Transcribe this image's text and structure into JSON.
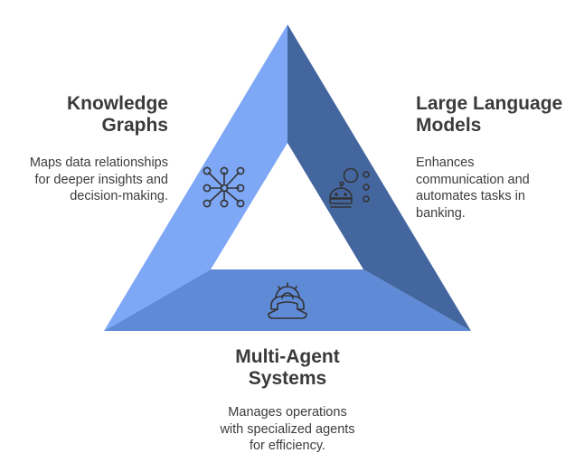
{
  "diagram": {
    "type": "triangle",
    "colors": {
      "left_face": "#7ea7f5",
      "right_face": "#43669f",
      "bottom_face": "#5f8ad6",
      "left_shade": "#729ae6",
      "icon_stroke": "#333333"
    },
    "sections": [
      {
        "id": "knowledge-graphs",
        "title": "Knowledge Graphs",
        "title_lines": [
          "Knowledge",
          "Graphs"
        ],
        "description_lines": [
          "Maps data relationships",
          "for deeper insights and",
          "decision-making."
        ],
        "icon": "network-graph-icon"
      },
      {
        "id": "large-language-models",
        "title": "Large Language Models",
        "title_lines": [
          "Large Language",
          "Models"
        ],
        "description_lines": [
          "Enhances",
          "communication and",
          "automates tasks in",
          "banking."
        ],
        "icon": "robot-bubbles-icon"
      },
      {
        "id": "multi-agent-systems",
        "title": "Multi-Agent Systems",
        "title_lines": [
          "Multi-Agent",
          "Systems"
        ],
        "description_lines": [
          "Manages operations",
          "with specialized agents",
          "for efficiency."
        ],
        "icon": "gear-headset-icon"
      }
    ]
  }
}
